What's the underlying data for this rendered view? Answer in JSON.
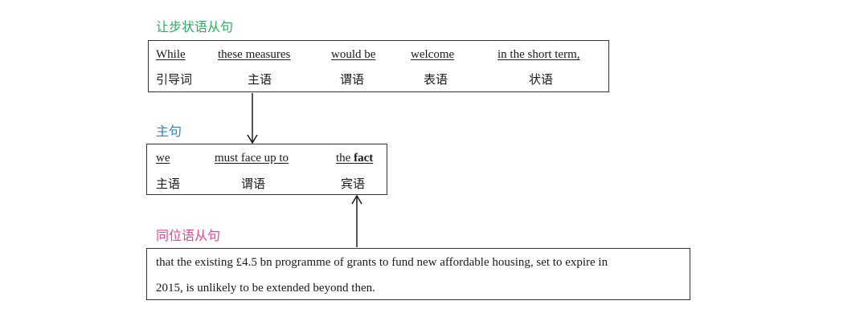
{
  "colors": {
    "concessive_title": "#27ae60",
    "main_title": "#2e86c1",
    "appositive_title": "#e84393",
    "border": "#333333"
  },
  "concessive": {
    "title": "让步状语从句",
    "words": [
      {
        "text": "While",
        "role": "引导词"
      },
      {
        "text": "these measures",
        "role": "主语"
      },
      {
        "text": "would be",
        "role": "谓语"
      },
      {
        "text": "welcome",
        "role": "表语"
      },
      {
        "text": "in the short term,",
        "role": "状语"
      }
    ]
  },
  "main_clause": {
    "title": "主句",
    "words": [
      {
        "text": "we",
        "role": "主语"
      },
      {
        "text": "must face up to",
        "role": "谓语"
      },
      {
        "text_plain": "the ",
        "text_bold": "fact",
        "role": "宾语"
      }
    ]
  },
  "appositive": {
    "title": "同位语从句",
    "lines": [
      "that the existing £4.5 bn programme of grants to fund new affordable housing, set to expire in",
      "2015, is unlikely to be extended beyond then."
    ]
  }
}
